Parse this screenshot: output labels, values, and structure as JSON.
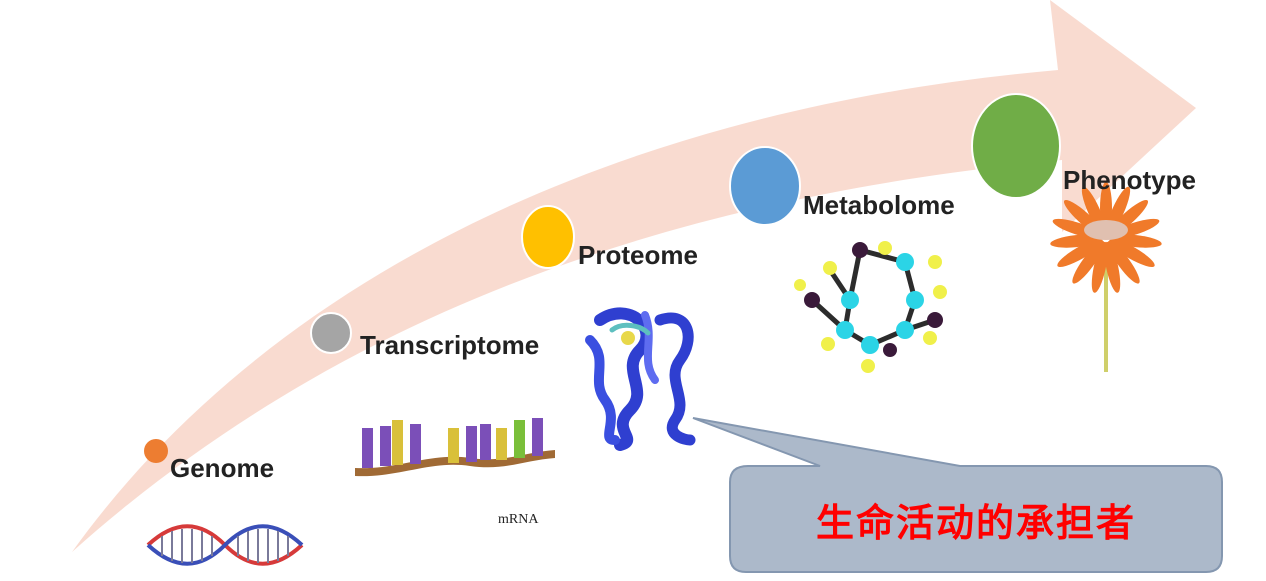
{
  "stages": [
    {
      "label": "Genome",
      "color": "#ED7D31"
    },
    {
      "label": "Transcriptome",
      "color": "#A5A5A5"
    },
    {
      "label": "Proteome",
      "color": "#FFC000"
    },
    {
      "label": "Metabolome",
      "color": "#5B9BD5"
    },
    {
      "label": "Phenotype",
      "color": "#70AD47"
    }
  ],
  "mrna_label": "mRNA",
  "callout": {
    "text": "生命活动的承担者",
    "fill": "#ACB9CA",
    "text_color": "#FF0000"
  },
  "arrow_color": "#F8D8CC"
}
